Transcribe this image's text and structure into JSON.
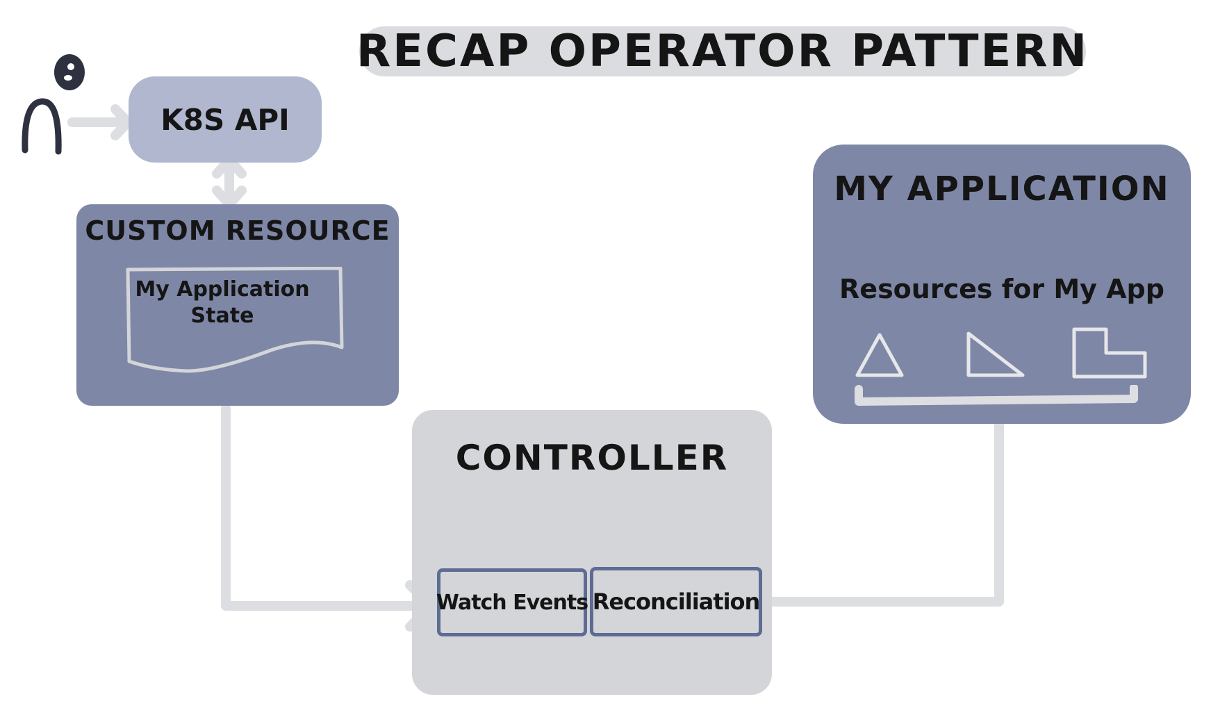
{
  "title": "RECAP OPERATOR PATTERN",
  "nodes": {
    "user": {
      "icon": "user-icon"
    },
    "k8s_api": {
      "label": "K8S API"
    },
    "custom_resource": {
      "label": "CUSTOM RESOURCE",
      "document": {
        "line1": "My Application",
        "line2": "State",
        "icon": "document-icon"
      }
    },
    "my_application": {
      "label": "MY APPLICATION",
      "resources_label": "Resources for My App",
      "resource_icons": [
        "triangle-icon",
        "right-triangle-icon",
        "l-shape-icon"
      ]
    },
    "controller": {
      "label": "CONTROLLER",
      "watch_events": "Watch Events",
      "reconciliation": "Reconciliation"
    }
  },
  "edges": [
    {
      "from": "user",
      "to": "k8s_api",
      "style": "arrow"
    },
    {
      "from": "k8s_api",
      "to": "custom_resource",
      "style": "double-arrow"
    },
    {
      "from": "custom_resource",
      "to": "watch_events",
      "style": "arrow"
    },
    {
      "from": "reconciliation",
      "to": "my_application",
      "style": "arrow"
    }
  ],
  "colors": {
    "title_bg": "#dadcdf",
    "k8s_api_bg": "#b0b7cf",
    "node_bg": "#7e87a6",
    "controller_bg": "#d3d5d8",
    "inner_box_border": "#5e6b93",
    "connector": "#dcdee2",
    "text": "#151515"
  }
}
